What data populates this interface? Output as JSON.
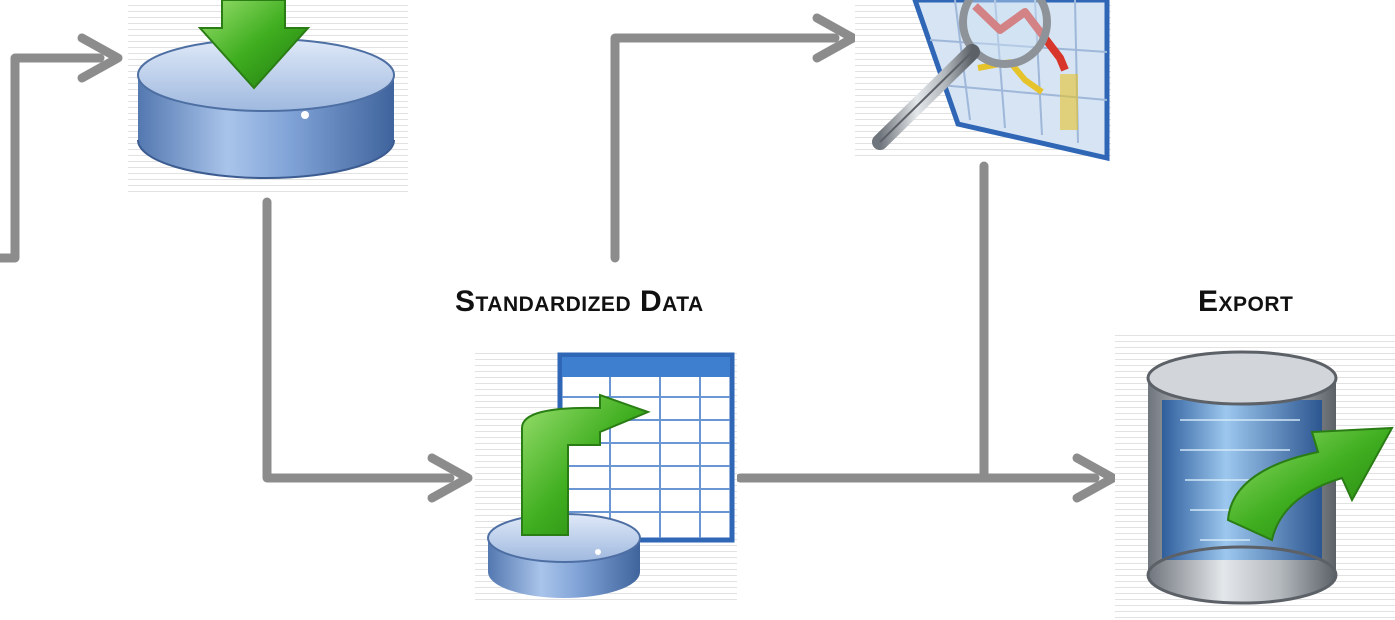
{
  "diagram": {
    "labels": {
      "standardized": "Standardized Data",
      "export": "Export"
    },
    "nodes": [
      {
        "id": "import-database",
        "icon": "database-download-icon"
      },
      {
        "id": "analysis-chart",
        "icon": "magnifier-chart-icon"
      },
      {
        "id": "standardized-data",
        "icon": "database-table-icon"
      },
      {
        "id": "export",
        "icon": "cylinder-export-icon"
      }
    ],
    "colors": {
      "connector": "#8c8c8c",
      "db_blue": "#6f95c9",
      "arrow_green": "#3aa51c",
      "frame_blue": "#2f66b5",
      "chart_red": "#d8362a",
      "chart_yellow": "#e6c32a",
      "steel": "#8e9399"
    }
  }
}
